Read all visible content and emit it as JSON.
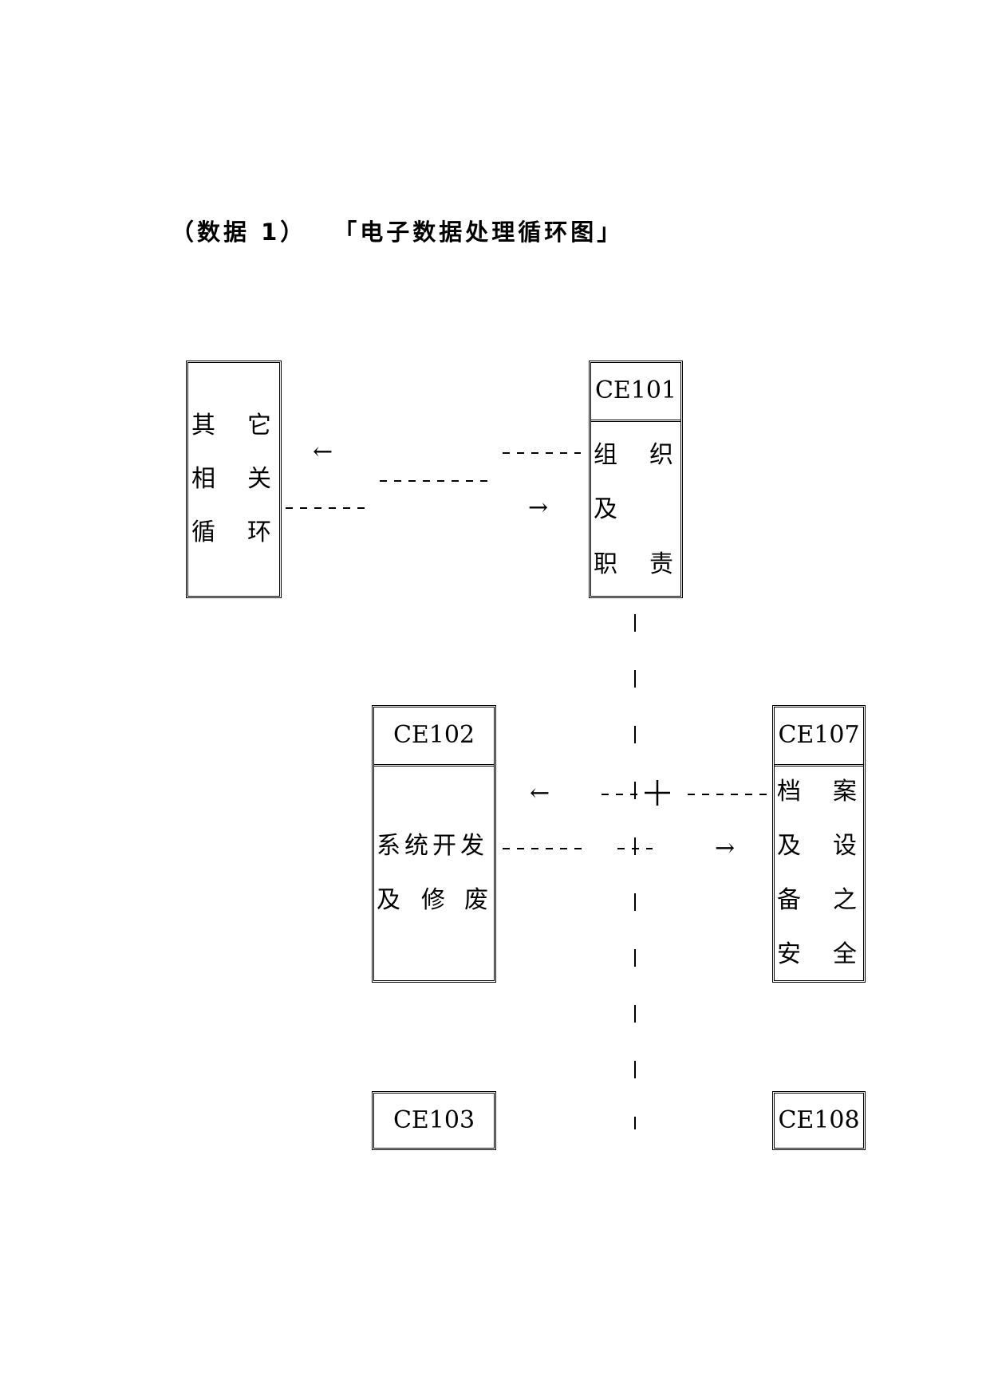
{
  "title": {
    "prefix": "（数据 1）",
    "main": "「电子数据处理循环图」"
  },
  "boxes": {
    "other": {
      "chars": [
        "其",
        "它",
        "相",
        "关",
        "循",
        "环"
      ]
    },
    "ce101": {
      "code": "CE101",
      "chars": [
        "组",
        "织",
        "及",
        "职",
        "责"
      ]
    },
    "ce102": {
      "code": "CE102",
      "line1": "系统开发",
      "line2": [
        "及",
        "修",
        "废"
      ]
    },
    "ce107": {
      "code": "CE107",
      "chars": [
        "档",
        "案",
        "及",
        "设",
        "备",
        "之",
        "安",
        "全"
      ]
    },
    "ce103": {
      "code": "CE103"
    },
    "ce108": {
      "code": "CE108"
    }
  },
  "connectors": {
    "arrow_left": "←",
    "arrow_right": "→",
    "junction": "+"
  }
}
